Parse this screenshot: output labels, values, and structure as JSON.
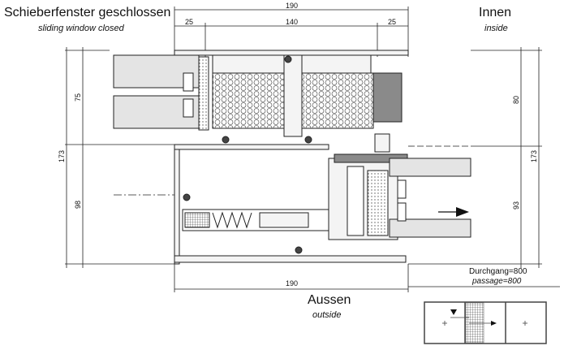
{
  "header": {
    "title_de": "Schieberfenster geschlossen",
    "title_en": "sliding window closed",
    "side_inner_de": "Innen",
    "side_inner_en": "inside",
    "side_outer_de": "Aussen",
    "side_outer_en": "outside"
  },
  "dimensions": {
    "top_total": "190",
    "top_left": "25",
    "top_middle": "140",
    "top_right": "25",
    "bottom_total": "190",
    "left_total": "173",
    "left_upper": "75",
    "left_lower": "98",
    "right_total": "173",
    "right_upper": "80",
    "right_lower": "93"
  },
  "passage": {
    "label_de": "Durchgang=800",
    "label_en": "passage=800"
  },
  "colors": {
    "line": "#222222",
    "profile_fill": "#f4f4f4",
    "gasket_fill": "#8a8a8a",
    "glass_fill": "#dcdcdc"
  }
}
